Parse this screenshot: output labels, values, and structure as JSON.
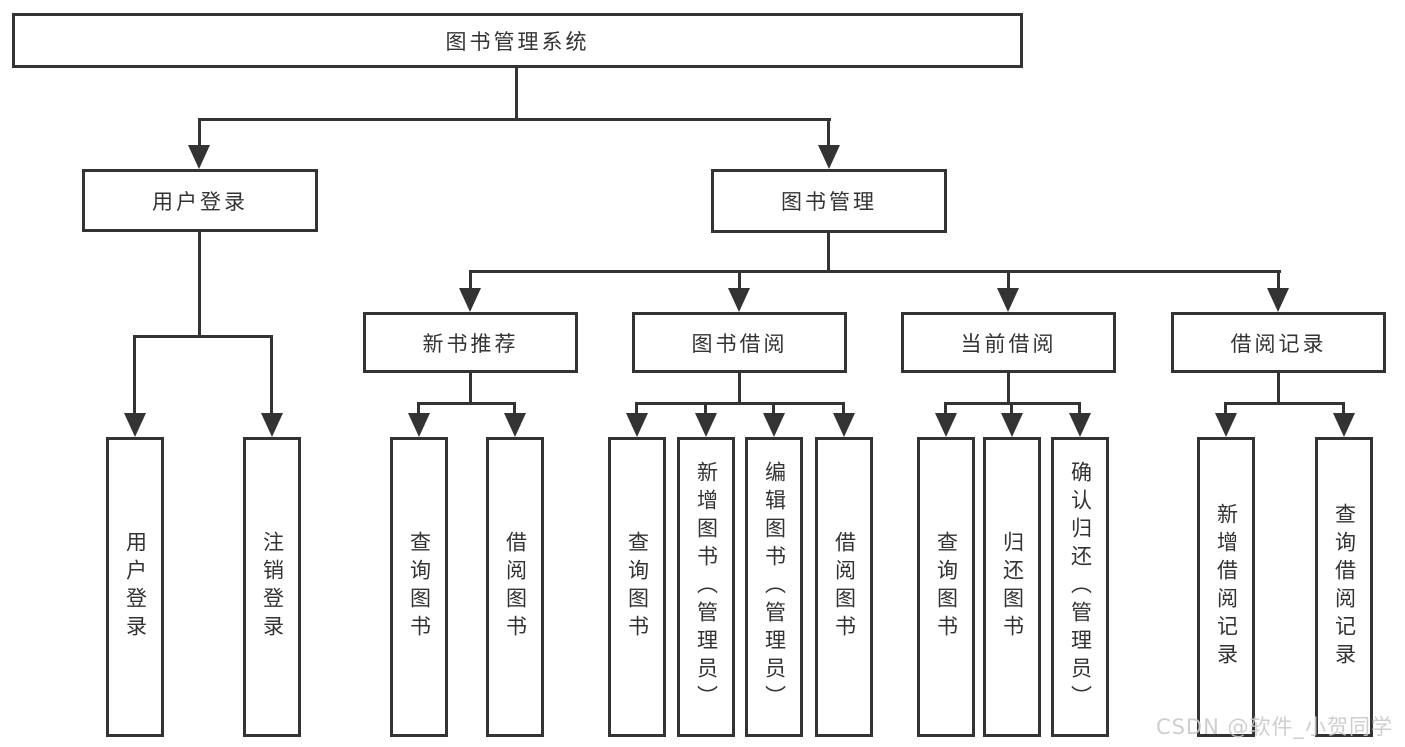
{
  "tree": {
    "root": "图书管理系统",
    "level2": [
      {
        "label": "用户登录",
        "children": [
          "用户登录",
          "注销登录"
        ]
      },
      {
        "label": "图书管理"
      }
    ],
    "level3": [
      {
        "label": "新书推荐",
        "children": [
          "查询图书",
          "借阅图书"
        ]
      },
      {
        "label": "图书借阅",
        "children": [
          "查询图书",
          "新增图书（管理员）",
          "编辑图书（管理员）",
          "借阅图书"
        ]
      },
      {
        "label": "当前借阅",
        "children": [
          "查询图书",
          "归还图书",
          "确认归还（管理员）"
        ]
      },
      {
        "label": "借阅记录",
        "children": [
          "新增借阅记录",
          "查询借阅记录"
        ]
      }
    ]
  },
  "watermark": "CSDN @软件_小贺同学",
  "colors": {
    "line": "#333333",
    "text": "#333333",
    "background": "#ffffff",
    "watermark": "#c9c9c9"
  }
}
